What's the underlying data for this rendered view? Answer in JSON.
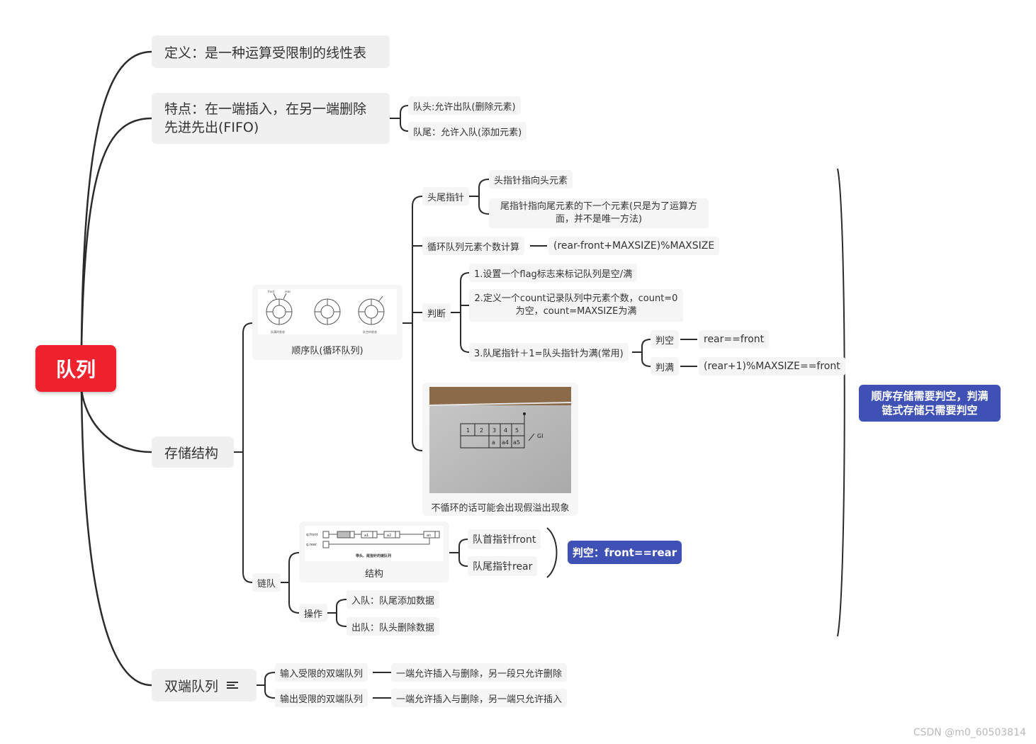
{
  "root": {
    "label": "队列"
  },
  "definition": {
    "label": "定义：是一种运算受限制的线性表"
  },
  "features": {
    "line1": "特点：在一端插入，在另一端删除",
    "line2": "先进先出(FIFO)",
    "children": [
      "队头:允许出队(删除元素)",
      "队尾：允许入队(添加元素)"
    ]
  },
  "storage": {
    "label": "存储结构",
    "sequential": {
      "caption": "顺序队(循环队列)",
      "figure_labels": [
        "队满时状态",
        "队空时状态",
        "rear",
        "front"
      ],
      "pointers": {
        "label": "头尾指针",
        "children": [
          "头指针指向头元素",
          "尾指针指向尾元素的下一个元素(只是为了运算方面，并不是唯一方法)"
        ]
      },
      "count": {
        "label": "循环队列元素个数计算",
        "formula": "(rear-front+MAXSIZE)%MAXSIZE"
      },
      "judge": {
        "label": "判断",
        "opt1": "1.设置一个flag标志来标记队列是空/满",
        "opt2": "2.定义一个count记录队列中元素个数，count=0为空，count=MAXSIZE为满",
        "opt3": "3.队尾指针＋1=队头指针为满(常用)",
        "empty_label": "判空",
        "empty_expr": "rear==front",
        "full_label": "判满",
        "full_expr": "(rear+1)%MAXSIZE==front"
      },
      "photo": {
        "caption": "不循环的话可能会出现假溢出现象",
        "cells_top": [
          "1",
          "2",
          "3",
          "4",
          "5"
        ],
        "cells_bottom": [
          "a",
          "a4",
          "a5"
        ],
        "note": "Gl"
      }
    },
    "linked": {
      "label": "链队",
      "structure": {
        "caption": "结构",
        "diagram_labels": [
          "q.front",
          "q.rear",
          "a1",
          "a2",
          "an",
          "带头、尾指针的链队列"
        ],
        "children": [
          "队首指针front",
          "队尾指针rear"
        ],
        "summary": "判空：front==rear"
      },
      "ops": {
        "label": "操作",
        "children": [
          "入队：队尾添加数据",
          "出队：队头删除数据"
        ]
      }
    },
    "summary": {
      "line1": "顺序存储需要判空，判满",
      "line2": "链式存储只需要判空"
    }
  },
  "deque": {
    "label": "双端队列",
    "note_icon": "notes-icon",
    "rows": [
      {
        "label": "输入受限的双端队列",
        "desc": "一端允许插入与删除，另一段只允许删除"
      },
      {
        "label": "输出受限的双端队列",
        "desc": "一端允许插入与删除，另一端只允许插入"
      }
    ]
  },
  "watermark": "CSDN @m0_60503814",
  "colors": {
    "root": "#f0222e",
    "summary": "#3f51b5",
    "line": "#2b2b2b",
    "node": "#f0f0f0"
  }
}
